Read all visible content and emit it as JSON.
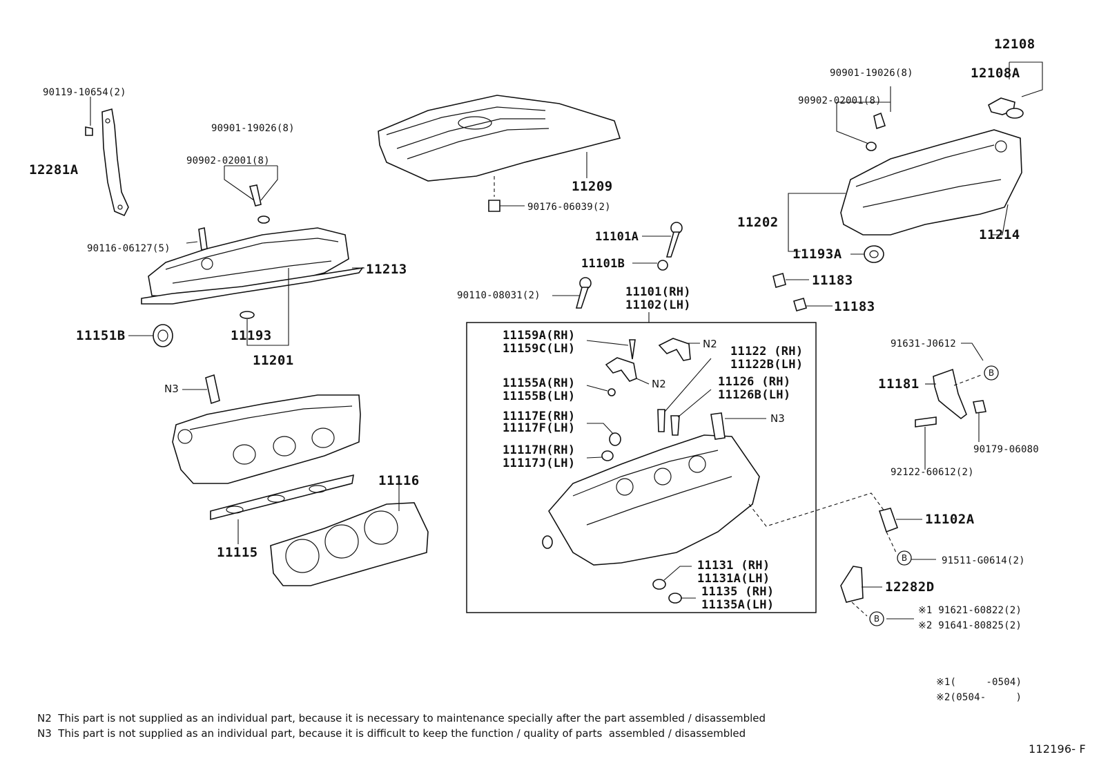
{
  "labels": {
    "p12281A": "12281A",
    "p90119": "90119-10654(2)",
    "p90901_l": "90901-19026(8)",
    "p90902_l": "90902-02001(8)",
    "p90116": "90116-06127(5)",
    "p11213": "11213",
    "p11151B": "11151B",
    "p11193": "11193",
    "p11201": "11201",
    "n3_left": "N3",
    "p11116": "11116",
    "p11115": "11115",
    "p11209": "11209",
    "p90176": "90176-06039(2)",
    "p11101A": "11101A",
    "p11101B": "11101B",
    "p90110": "90110-08031(2)",
    "p11101": "11101(RH)",
    "p11102": "11102(LH)",
    "p11159A": "11159A(RH)",
    "p11159C": "11159C(LH)",
    "n2_top": "N2",
    "n2_mid": "N2",
    "p11122": "11122 (RH)",
    "p11122B": "11122B(LH)",
    "p11155A": "11155A(RH)",
    "p11155B": "11155B(LH)",
    "p11126": "11126 (RH)",
    "p11126B": "11126B(LH)",
    "p11117E": "11117E(RH)",
    "p11117F": "11117F(LH)",
    "n3_mid": "N3",
    "p11117H": "11117H(RH)",
    "p11117J": "11117J(LH)",
    "p11131": "11131 (RH)",
    "p11131A": "11131A(LH)",
    "p11135": "11135 (RH)",
    "p11135A": "11135A(LH)",
    "p12108": "12108",
    "p12108A": "12108A",
    "p90901_r": "90901-19026(8)",
    "p90902_r": "90902-02001(8)",
    "p11202": "11202",
    "p11214": "11214",
    "p11193A": "11193A",
    "p11183a": "11183",
    "p11183b": "11183",
    "p91631": "91631-J0612",
    "p11181": "11181",
    "p92122": "92122-60612(2)",
    "p90179": "90179-06080",
    "p11102A": "11102A",
    "p91511": "91511-G0614(2)",
    "p12282D": "12282D",
    "p91621": "※1 91621-60822(2)",
    "p91641": "※2 91641-80825(2)",
    "mark_b": "B",
    "period1": "※1(     -0504)",
    "period2": "※2(0504-     )"
  },
  "notes": {
    "n2": "N2  This part is not supplied as an individual part, because it is necessary to maintenance specially after the part assembled / disassembled",
    "n3": "N3  This part is not supplied as an individual part, because it is difficult to keep the function / quality of parts  assembled / disassembled"
  },
  "diagram_id": "112196- F"
}
